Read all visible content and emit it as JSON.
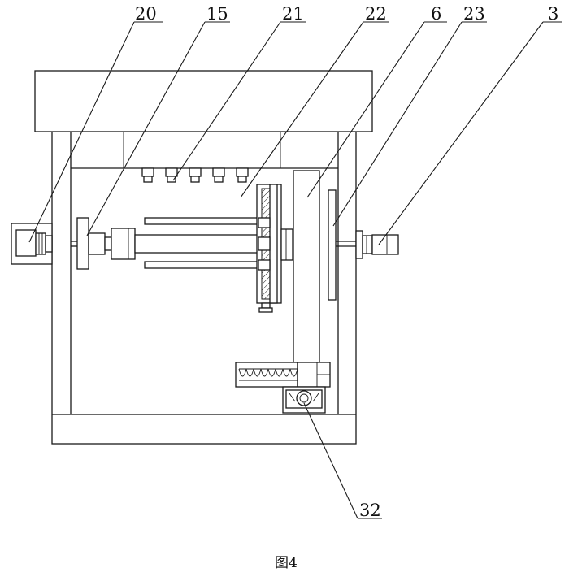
{
  "figure": {
    "caption": "图4",
    "labels": {
      "l20": "20",
      "l15": "15",
      "l21": "21",
      "l22": "22",
      "l6": "6",
      "l23": "23",
      "l3": "3",
      "l32": "32"
    }
  }
}
